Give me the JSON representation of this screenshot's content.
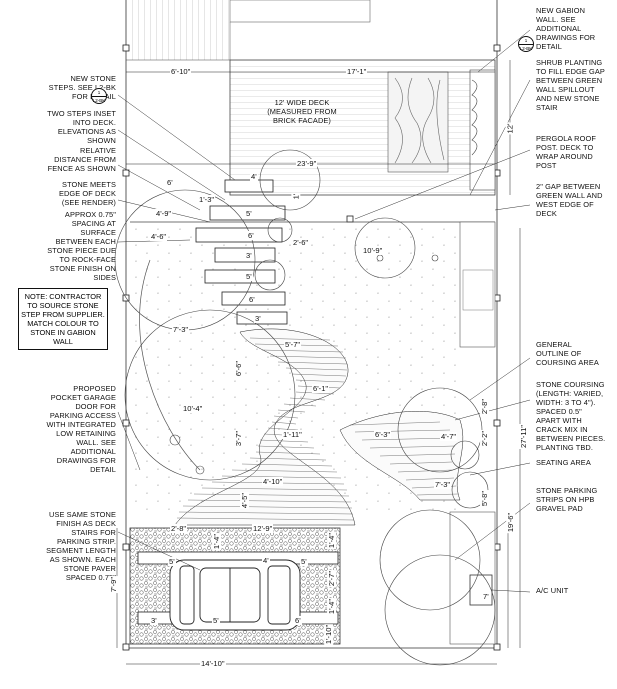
{
  "notes_left": {
    "new_stone_steps": "NEW STONE\nSTEPS. SEE L2-BK\nFOR DETAIL",
    "two_steps_inset": "TWO STEPS INSET\nINTO DECK.\nELEVATIONS AS\nSHOWN",
    "relative_distance": "RELATIVE\nDISTANCE FROM\nFENCE AS SHOWN",
    "stone_meets_deck": "STONE MEETS\nEDGE OF DECK\n(SEE RENDER)",
    "approx_spacing": "APPROX 0.75\"\nSPACING AT\nSURFACE\nBETWEEN EACH\nSTONE PIECE DUE\nTO ROCK-FACE\nSTONE FINISH ON\nSIDES",
    "contractor_note": "NOTE:\nCONTRACTOR TO\nSOURCE STONE\nSTEP FROM\nSUPPLIER. MATCH\nCOLOUR TO\nSTONE IN GABION\nWALL",
    "garage_door": "PROPOSED\nPOCKET GARAGE\nDOOR FOR\nPARKING ACCESS\nWITH INTEGRATED\nLOW RETAINING\nWALL. SEE\nADDITIONAL\nDRAWINGS FOR\nDETAIL",
    "stone_finish": "USE SAME STONE\nFINISH AS DECK\nSTAIRS FOR\nPARKING STRIP.\nSEGMENT LENGTH\nAS SHOWN. EACH\nSTONE PAVER\nSPACED 0.75\""
  },
  "notes_right": {
    "gabion_wall": "NEW GABION\nWALL. SEE\nADDITIONAL\nDRAWINGS FOR\nDETAIL",
    "shrub_planting": "SHRUB PLANTING\nTO FILL EDGE GAP\nBETWEEN GREEN\nWALL SPILLOUT\nAND NEW STONE\nSTAIR",
    "pergola_post": "PERGOLA ROOF\nPOST. DECK TO\nWRAP AROUND\nPOST",
    "gap": "2\" GAP BETWEEN\nGREEN WALL AND\nWEST EDGE OF\nDECK",
    "coursing_outline": "GENERAL\nOUTLINE OF\nCOURSING AREA",
    "stone_coursing": "STONE COURSING\n(LENGTH: VARIED,\nWIDTH: 3 TO 4\").\nSPACED 0.5\"\nAPART WITH\nCRACK MIX IN\nBETWEEN PIECES.\nPLANTING TBD.",
    "seating_area": "SEATING AREA",
    "parking_strips": "STONE PARKING\nSTRIPS ON HPB\nGRAVEL PAD",
    "ac_unit": "A/C UNIT"
  },
  "deck_label": "12' WIDE DECK\n(MEASURED FROM\nBRICK FACADE)",
  "bubbles": [
    {
      "top": "1",
      "bottom": "L2-BK"
    },
    {
      "top": "1",
      "bottom": "L2-BK"
    }
  ],
  "dimensions": {
    "d_6_10": "6'-10\"",
    "d_17_1": "17'-1\"",
    "d_12": "12'",
    "d_23_9": "23'-9\"",
    "d_6": "6'",
    "d_4": "4'",
    "d_1_3": "1'-3\"",
    "d_1": "1'",
    "d_4_9": "4'-9\"",
    "d_5_a": "5'",
    "d_4_6": "4'-6\"",
    "d_6_a": "6'",
    "d_2_6": "2'-6\"",
    "d_10_9": "10'-9\"",
    "d_3_a": "3'",
    "d_5_b": "5'",
    "d_6_b": "6'",
    "d_3_b": "3'",
    "d_7_3": "7'-3\"",
    "d_5_7": "5'-7\"",
    "d_6_6": "6'-6\"",
    "d_6_1": "6'-1\"",
    "d_10_4": "10'-4\"",
    "d_1_11": "1'-11\"",
    "d_3_7": "3'-7\"",
    "d_6_3": "6'-3\"",
    "d_4_7": "4'-7\"",
    "d_2_8a": "2'-8\"",
    "d_2_2": "2'-2\"",
    "d_27_11": "27'-11\"",
    "d_7_3b": "7'-3\"",
    "d_5_8": "5'-8\"",
    "d_4_10": "4'-10\"",
    "d_4_5": "4'-5\"",
    "d_19_6": "19'-6\"",
    "d_2_8b": "2'-8\"",
    "d_12_9": "12'-9\"",
    "d_1_4": "1'-4\"",
    "d_4_b": "4'",
    "d_5_c": "5'",
    "d_5_d": "5'",
    "d_1_4b": "1'-4\"",
    "d_7": "7'",
    "d_2_7": "2'-7\"",
    "d_1_4c": "1'-4\"",
    "d_7_9": "7'-9\"",
    "d_3_c": "3'",
    "d_5_e": "5'",
    "d_6_c": "6'",
    "d_1_10": "1'-10\"",
    "d_14_10": "14'-10\""
  }
}
